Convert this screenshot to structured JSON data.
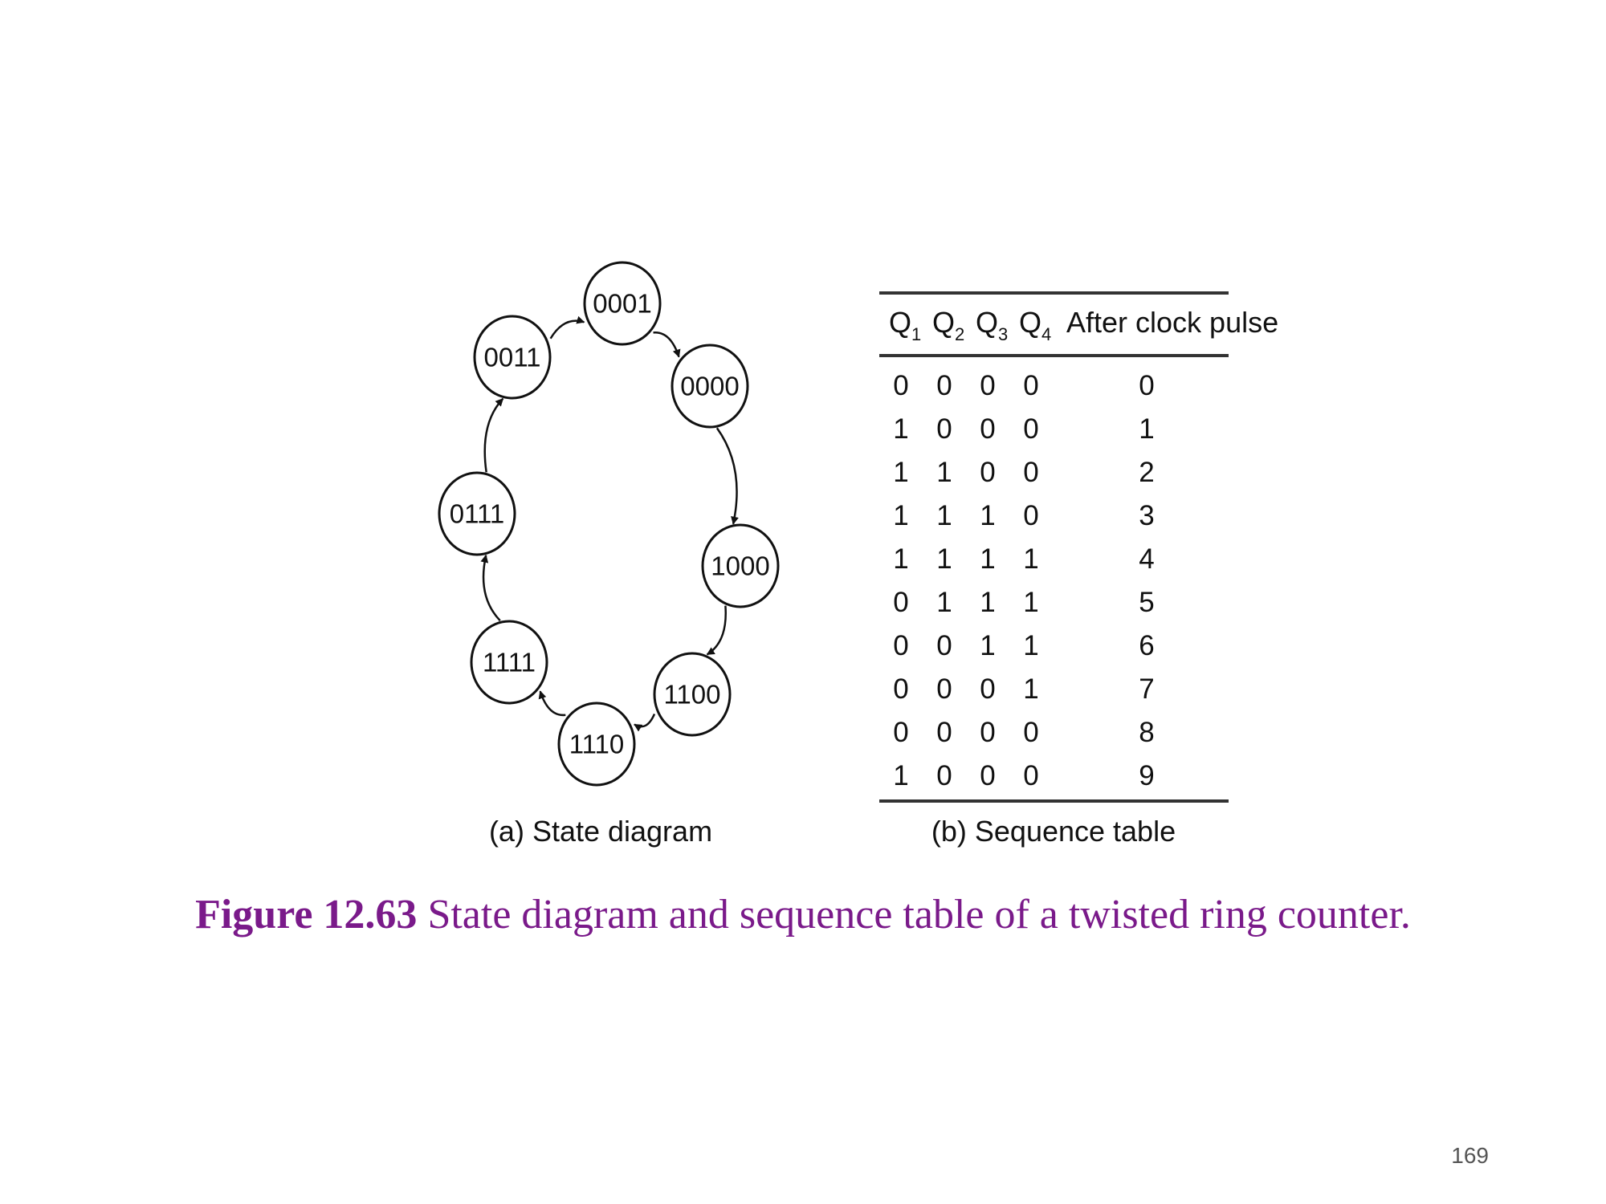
{
  "state_diagram": {
    "states": [
      "0001",
      "0000",
      "1000",
      "1100",
      "1110",
      "1111",
      "0111",
      "0011"
    ],
    "caption": "(a) State diagram"
  },
  "sequence_table": {
    "columns": [
      {
        "base": "Q",
        "sub": "1"
      },
      {
        "base": "Q",
        "sub": "2"
      },
      {
        "base": "Q",
        "sub": "3"
      },
      {
        "base": "Q",
        "sub": "4"
      }
    ],
    "pulse_header": "After clock pulse",
    "rows": [
      [
        "0",
        "0",
        "0",
        "0",
        "0"
      ],
      [
        "1",
        "0",
        "0",
        "0",
        "1"
      ],
      [
        "1",
        "1",
        "0",
        "0",
        "2"
      ],
      [
        "1",
        "1",
        "1",
        "0",
        "3"
      ],
      [
        "1",
        "1",
        "1",
        "1",
        "4"
      ],
      [
        "0",
        "1",
        "1",
        "1",
        "5"
      ],
      [
        "0",
        "0",
        "1",
        "1",
        "6"
      ],
      [
        "0",
        "0",
        "0",
        "1",
        "7"
      ],
      [
        "0",
        "0",
        "0",
        "0",
        "8"
      ],
      [
        "1",
        "0",
        "0",
        "0",
        "9"
      ]
    ],
    "caption": "(b) Sequence table"
  },
  "figure_caption": {
    "label": "Figure 12.63",
    "text": " State diagram and sequence table of a twisted ring counter."
  },
  "page_number": "169",
  "colors": {
    "caption": "#7a1a8a",
    "ink": "#111111"
  }
}
